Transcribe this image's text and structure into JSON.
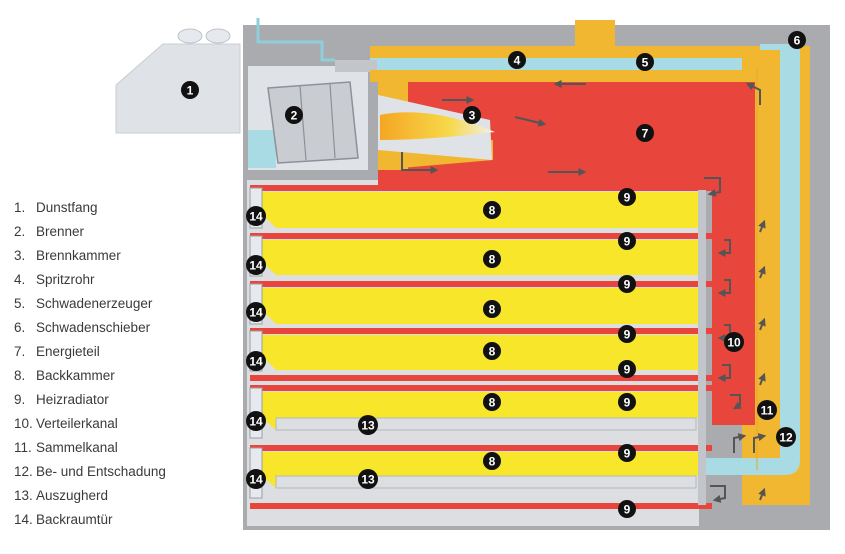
{
  "legend": [
    {
      "num": "1.",
      "label": "Dunstfang"
    },
    {
      "num": "2.",
      "label": "Brenner"
    },
    {
      "num": "3.",
      "label": "Brennkammer"
    },
    {
      "num": "4.",
      "label": "Spritzrohr"
    },
    {
      "num": "5.",
      "label": "Schwadenerzeuger"
    },
    {
      "num": "6.",
      "label": "Schwadenschieber"
    },
    {
      "num": "7.",
      "label": "Energieteil"
    },
    {
      "num": "8.",
      "label": "Backkammer"
    },
    {
      "num": "9.",
      "label": "Heizradiator"
    },
    {
      "num": "10.",
      "label": "Verteilerkanal"
    },
    {
      "num": "11.",
      "label": "Sammelkanal"
    },
    {
      "num": "12.",
      "label": "Be- und Entschadung"
    },
    {
      "num": "13.",
      "label": "Auszugherd"
    },
    {
      "num": "14.",
      "label": "Backraumtür"
    }
  ],
  "markers": {
    "m1": "1",
    "m2": "2",
    "m3": "3",
    "m4": "4",
    "m5": "5",
    "m6": "6",
    "m7": "7",
    "m8": "8",
    "m9": "9",
    "m10": "10",
    "m11": "11",
    "m12": "12",
    "m13": "13",
    "m14": "14"
  },
  "colors": {
    "hot": "#e8463c",
    "chamber": "#f7e62a",
    "duct": "#f2b731",
    "water": "#a8dbe3",
    "casing": "#a9abae",
    "badge": "#111111"
  }
}
